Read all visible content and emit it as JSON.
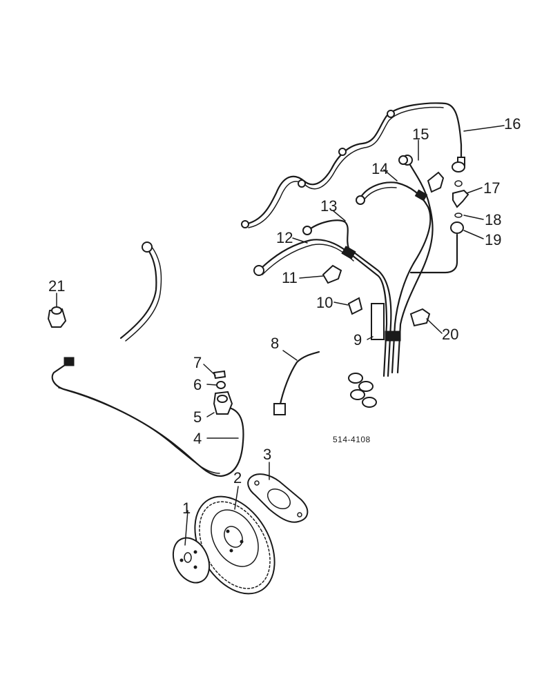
{
  "diagram": {
    "drawing_code": "514-4108",
    "callouts": [
      "1",
      "2",
      "3",
      "4",
      "5",
      "6",
      "7",
      "8",
      "9",
      "10",
      "11",
      "12",
      "13",
      "14",
      "15",
      "16",
      "17",
      "18",
      "19",
      "20",
      "21"
    ]
  }
}
